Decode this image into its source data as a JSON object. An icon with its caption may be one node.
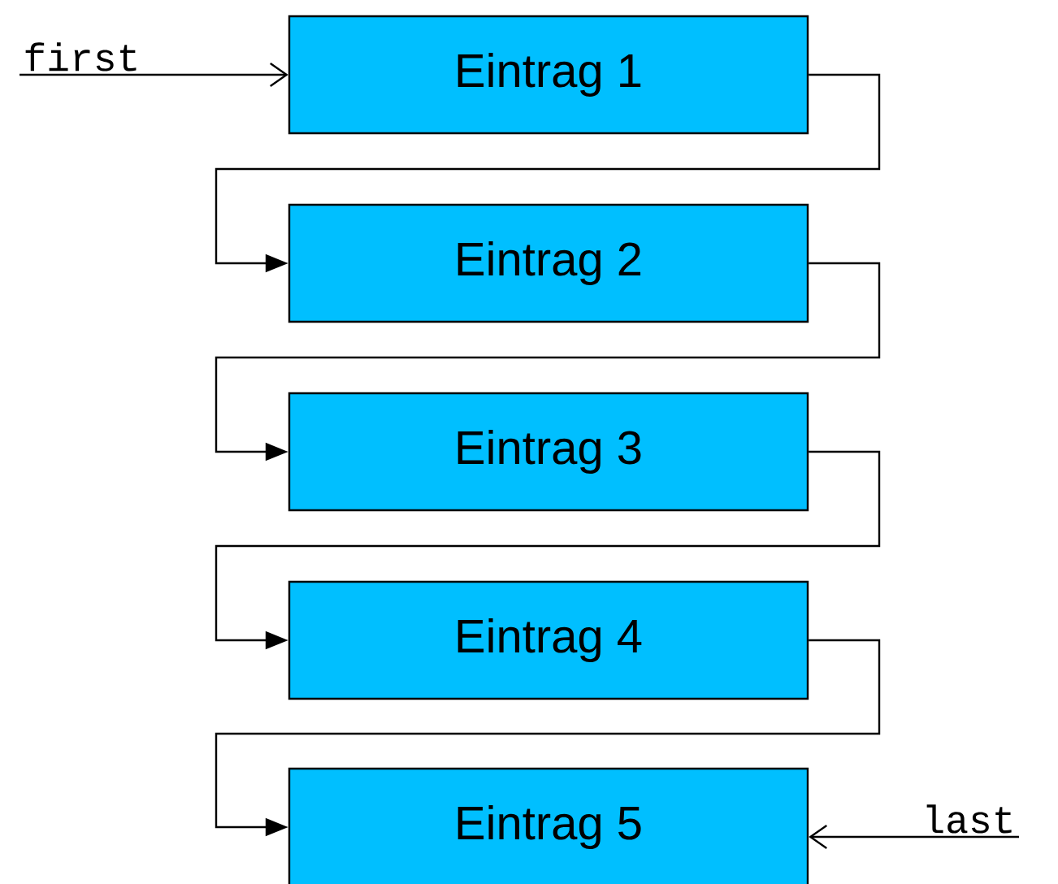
{
  "diagram": {
    "nodes": [
      {
        "text": [
          "first"
        ]
      },
      {
        "text": [
          "Eintrag 1"
        ]
      },
      {
        "text": [
          "Eintrag 2"
        ]
      },
      {
        "text": [
          "Eintrag 3"
        ]
      },
      {
        "text": [
          "Eintrag 4"
        ]
      },
      {
        "text": [
          "Eintrag 5"
        ]
      },
      {
        "text": [
          "last"
        ]
      }
    ],
    "edges": [
      {
        "from": 0,
        "to": 1,
        "arrow": "to"
      },
      {
        "from": 1,
        "to": 2,
        "arrow": "to"
      },
      {
        "from": 2,
        "to": 3,
        "arrow": "to"
      },
      {
        "from": 3,
        "to": 4,
        "arrow": "to"
      },
      {
        "from": 4,
        "to": 5,
        "arrow": "to"
      },
      {
        "from": 6,
        "to": 5,
        "arrow": "to"
      }
    ]
  }
}
